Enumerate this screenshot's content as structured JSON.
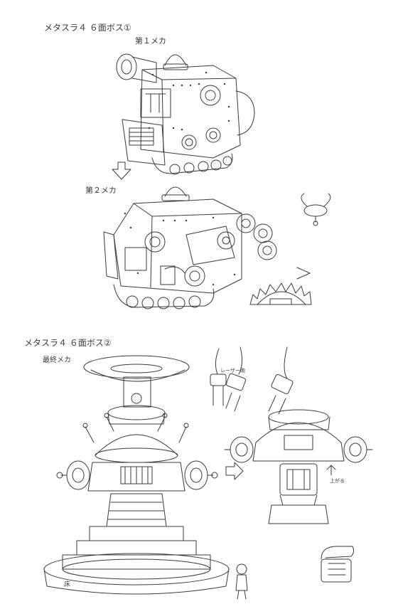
{
  "sheet": {
    "heading_top": "メタスラ４ ６面ボス①",
    "label_mecha_1": "第１メカ",
    "label_mecha_2": "第２メカ",
    "heading_bottom": "メタスラ４ ６面ボス②",
    "label_final_mecha": "最終メカ",
    "label_laser": "レーザー砲",
    "label_rises": "上がる",
    "label_floor": "床"
  },
  "colors": {
    "paper": "#ffffff",
    "ink": "#3a3a3a",
    "shade": "#9a9a9a"
  }
}
